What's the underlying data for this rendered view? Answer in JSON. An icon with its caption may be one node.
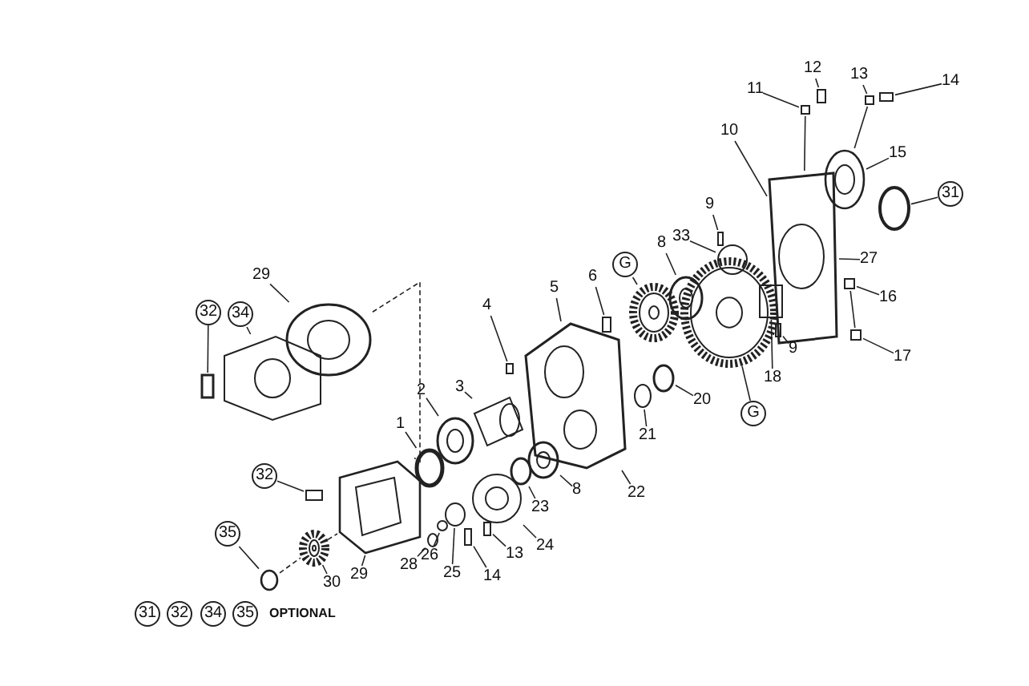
{
  "diagram": {
    "nodes": [
      {
        "text": [
          "12"
        ]
      },
      {
        "text": [
          "13"
        ]
      },
      {
        "text": [
          "14"
        ]
      },
      {
        "text": [
          "11"
        ]
      },
      {
        "text": [
          "10"
        ]
      },
      {
        "text": [
          "15"
        ]
      },
      {
        "text": [
          "31"
        ]
      },
      {
        "text": [
          "9"
        ]
      },
      {
        "text": [
          "33"
        ]
      },
      {
        "text": [
          "8"
        ]
      },
      {
        "text": [
          "27"
        ]
      },
      {
        "text": [
          "G"
        ]
      },
      {
        "text": [
          "6"
        ]
      },
      {
        "text": [
          "5"
        ]
      },
      {
        "text": [
          "29"
        ]
      },
      {
        "text": [
          "16"
        ]
      },
      {
        "text": [
          "4"
        ]
      },
      {
        "text": [
          "32"
        ]
      },
      {
        "text": [
          "34"
        ]
      },
      {
        "text": [
          "9"
        ]
      },
      {
        "text": [
          "17"
        ]
      },
      {
        "text": [
          "18"
        ]
      },
      {
        "text": [
          "3"
        ]
      },
      {
        "text": [
          "20"
        ]
      },
      {
        "text": [
          "2"
        ]
      },
      {
        "text": [
          "G"
        ]
      },
      {
        "text": [
          "21"
        ]
      },
      {
        "text": [
          "1"
        ]
      },
      {
        "text": [
          "32"
        ]
      },
      {
        "text": [
          "8"
        ]
      },
      {
        "text": [
          "22"
        ]
      },
      {
        "text": [
          "23"
        ]
      },
      {
        "text": [
          "24"
        ]
      },
      {
        "text": [
          "35"
        ]
      },
      {
        "text": [
          "26"
        ]
      },
      {
        "text": [
          "13"
        ]
      },
      {
        "text": [
          "29"
        ]
      },
      {
        "text": [
          "28"
        ]
      },
      {
        "text": [
          "25"
        ]
      },
      {
        "text": [
          "14"
        ]
      },
      {
        "text": [
          "30"
        ]
      },
      {
        "text": [
          "31"
        ]
      },
      {
        "text": [
          "32"
        ]
      },
      {
        "text": [
          "34"
        ]
      },
      {
        "text": [
          "35"
        ]
      },
      {
        "text": [],
        "shape": "box"
      },
      {
        "text": [],
        "shape": "picture"
      },
      {
        "text": [],
        "shape": "circle"
      },
      {
        "text": [],
        "shape": "picture"
      },
      {
        "text": [],
        "shape": "box"
      },
      {
        "text": [],
        "shape": "picture"
      },
      {
        "text": [],
        "shape": "picture"
      },
      {
        "text": [],
        "shape": "circle"
      },
      {
        "text": [],
        "shape": "circle"
      },
      {
        "text": [],
        "shape": "circle"
      },
      {
        "text": [],
        "shape": "circle"
      },
      {
        "text": [],
        "shape": "picture"
      },
      {
        "text": [],
        "shape": "box"
      },
      {
        "text": [],
        "shape": "box"
      },
      {
        "text": [],
        "shape": "picture"
      },
      {
        "text": [],
        "shape": "picture"
      },
      {
        "text": [],
        "shape": "box"
      },
      {
        "text": [],
        "shape": "circle"
      },
      {
        "text": [],
        "shape": "picture"
      },
      {
        "text": [],
        "shape": "picture"
      },
      {
        "text": [],
        "shape": "box"
      },
      {
        "text": [],
        "shape": "circle"
      },
      {
        "text": [],
        "shape": "picture"
      },
      {
        "text": [],
        "shape": "circle"
      },
      {
        "text": [],
        "shape": "picture"
      },
      {
        "text": [],
        "shape": "box"
      },
      {
        "text": [],
        "shape": "picture"
      },
      {
        "text": [],
        "shape": "circle"
      },
      {
        "text": [],
        "shape": "box"
      },
      {
        "text": [],
        "shape": "box"
      },
      {
        "text": [],
        "shape": "picture"
      },
      {
        "text": [],
        "shape": "box"
      },
      {
        "text": [],
        "shape": "box"
      },
      {
        "text": [],
        "shape": "picture"
      },
      {
        "text": [],
        "shape": "box"
      },
      {
        "text": [],
        "shape": "box"
      },
      {
        "text": [],
        "shape": "box"
      },
      {
        "text": [],
        "shape": "box"
      },
      {
        "text": [],
        "shape": "circle"
      }
    ],
    "edges": [
      {
        "from": 0,
        "to": 77,
        "arrow": "none"
      },
      {
        "from": 1,
        "to": 81,
        "arrow": "none"
      },
      {
        "from": 2,
        "to": 82,
        "arrow": "none"
      },
      {
        "from": 3,
        "to": 76,
        "arrow": "none"
      },
      {
        "from": 4,
        "to": 75,
        "arrow": "none"
      },
      {
        "from": 5,
        "to": 78,
        "arrow": "none"
      },
      {
        "from": 6,
        "to": 83,
        "arrow": "none"
      },
      {
        "from": 7,
        "to": 70,
        "arrow": "none"
      },
      {
        "from": 8,
        "to": 72,
        "arrow": "none"
      },
      {
        "from": 9,
        "to": 69,
        "arrow": "none"
      },
      {
        "from": 10,
        "to": 75,
        "arrow": "none"
      },
      {
        "from": 11,
        "to": 67,
        "arrow": "none"
      },
      {
        "from": 12,
        "to": 65,
        "arrow": "none"
      },
      {
        "from": 13,
        "to": 64,
        "arrow": "none"
      },
      {
        "from": 14,
        "to": 50,
        "arrow": "none"
      },
      {
        "from": 15,
        "to": 79,
        "arrow": "none"
      },
      {
        "from": 16,
        "to": 61,
        "arrow": "none"
      },
      {
        "from": 17,
        "to": 45,
        "arrow": "none"
      },
      {
        "from": 18,
        "to": 46,
        "arrow": "none"
      },
      {
        "from": 19,
        "to": 74,
        "arrow": "none"
      },
      {
        "from": 20,
        "to": 80,
        "arrow": "none"
      },
      {
        "from": 21,
        "to": 73,
        "arrow": "none"
      },
      {
        "from": 22,
        "to": 60,
        "arrow": "none"
      },
      {
        "from": 23,
        "to": 68,
        "arrow": "none"
      },
      {
        "from": 24,
        "to": 56,
        "arrow": "none"
      },
      {
        "from": 25,
        "to": 71,
        "arrow": "none"
      },
      {
        "from": 26,
        "to": 66,
        "arrow": "none"
      },
      {
        "from": 27,
        "to": 52,
        "arrow": "none"
      },
      {
        "from": 28,
        "to": 49,
        "arrow": "none"
      },
      {
        "from": 29,
        "to": 63,
        "arrow": "none"
      },
      {
        "from": 30,
        "to": 64,
        "arrow": "none"
      },
      {
        "from": 31,
        "to": 62,
        "arrow": "none"
      },
      {
        "from": 32,
        "to": 59,
        "arrow": "none"
      },
      {
        "from": 33,
        "to": 47,
        "arrow": "none"
      },
      {
        "from": 34,
        "to": 54,
        "arrow": "none"
      },
      {
        "from": 35,
        "to": 58,
        "arrow": "none"
      },
      {
        "from": 36,
        "to": 51,
        "arrow": "none"
      },
      {
        "from": 37,
        "to": 53,
        "arrow": "none"
      },
      {
        "from": 38,
        "to": 55,
        "arrow": "none"
      },
      {
        "from": 39,
        "to": 57,
        "arrow": "none"
      },
      {
        "from": 40,
        "to": 48,
        "arrow": "none"
      },
      {
        "from": 50,
        "to": 52,
        "arrow": "none",
        "style": "dashed"
      },
      {
        "from": 47,
        "to": 48,
        "arrow": "none",
        "style": "dashed"
      },
      {
        "from": 48,
        "to": 51,
        "arrow": "none",
        "style": "dashed"
      },
      {
        "from": 76,
        "to": 75,
        "arrow": "none"
      },
      {
        "from": 81,
        "to": 78,
        "arrow": "none"
      },
      {
        "from": 79,
        "to": 80,
        "arrow": "none"
      }
    ],
    "labels": [
      "OPTIONAL"
    ]
  }
}
